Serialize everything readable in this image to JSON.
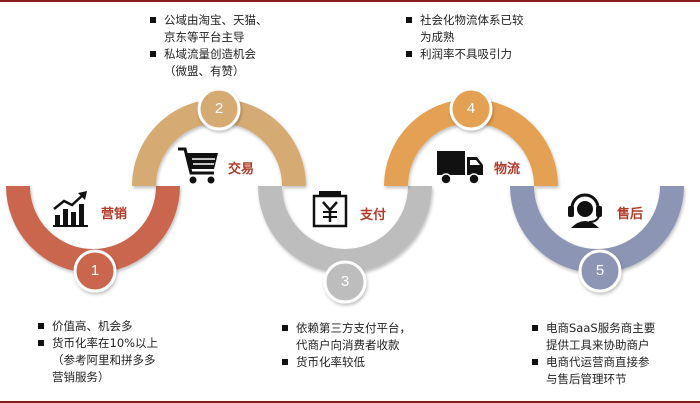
{
  "stages": [
    {
      "num": "1",
      "label": "营销",
      "color": "#c9664d",
      "icon": "chart-growth-icon",
      "notes": [
        {
          "lines": [
            "价值高、机会多"
          ]
        },
        {
          "lines": [
            "货币化率在10%以上",
            "（参考阿里和拼多多",
            "营销服务）"
          ]
        }
      ]
    },
    {
      "num": "2",
      "label": "交易",
      "color": "#d6aa73",
      "icon": "shopping-cart-icon",
      "notes": [
        {
          "lines": [
            "公域由淘宝、天猫、",
            "京东等平台主导"
          ]
        },
        {
          "lines": [
            "私域流量创造机会",
            "（微盟、有赞）"
          ]
        }
      ]
    },
    {
      "num": "3",
      "label": "支付",
      "color": "#bdbdbd",
      "icon": "yuan-payment-icon",
      "notes": [
        {
          "lines": [
            "依赖第三方支付平台，",
            "代商户向消费者收款"
          ]
        },
        {
          "lines": [
            "货币化率较低"
          ]
        }
      ]
    },
    {
      "num": "4",
      "label": "物流",
      "color": "#e4a152",
      "icon": "delivery-truck-icon",
      "notes": [
        {
          "lines": [
            "社会化物流体系已较",
            "为成熟"
          ]
        },
        {
          "lines": [
            "利润率不具吸引力"
          ]
        }
      ]
    },
    {
      "num": "5",
      "label": "售后",
      "color": "#8c96b4",
      "icon": "customer-service-headset-icon",
      "notes": [
        {
          "lines": [
            "电商SaaS服务商主要",
            "提供工具来协助商户"
          ]
        },
        {
          "lines": [
            "电商代运营商直接参",
            "与售后管理环节"
          ]
        }
      ]
    }
  ]
}
